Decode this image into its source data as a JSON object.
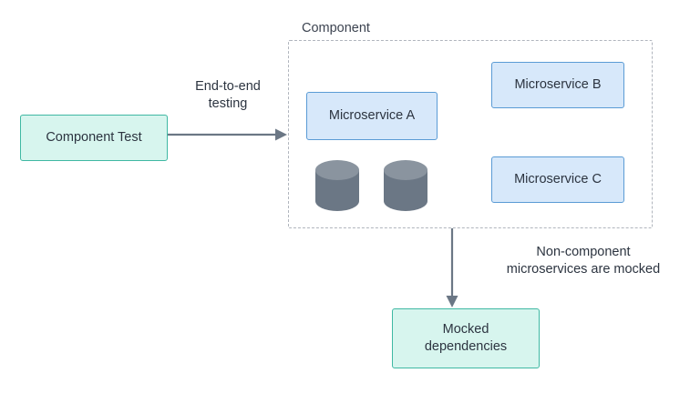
{
  "diagram": {
    "title_label": "Component",
    "nodes": {
      "component_test": "Component Test",
      "microservice_a": "Microservice A",
      "microservice_b": "Microservice B",
      "microservice_c": "Microservice C",
      "mocked_dependencies": "Mocked\ndependencies"
    },
    "mocked_dependencies_lines": [
      "Mocked",
      "dependencies"
    ],
    "edges": {
      "end_to_end_lines": [
        "End-to-end",
        "testing"
      ],
      "mocked_note_lines": [
        "Non-component",
        "microservices are mocked"
      ]
    },
    "databases": [
      {
        "name": "database-one"
      },
      {
        "name": "database-two"
      }
    ],
    "colors": {
      "teal_fill": "#d7f5ee",
      "teal_stroke": "#3fb8a3",
      "blue_fill": "#d7e8fa",
      "blue_stroke": "#5a9bd5",
      "dashed_border": "#b0b5bd",
      "arrow": "#6b7785",
      "db_fill": "#6b7785",
      "db_top": "#8a949f",
      "text": "#2c3440",
      "background": "#ffffff"
    }
  }
}
